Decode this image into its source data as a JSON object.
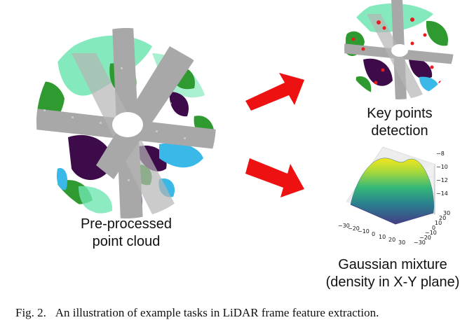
{
  "labels": {
    "left": [
      "Pre-processed",
      "point cloud"
    ],
    "top_right": [
      "Key points",
      "detection"
    ],
    "bottom_right": [
      "Gaussian mixture",
      "(density in X-Y plane)"
    ]
  },
  "caption": {
    "prefix": "Fig. 2.",
    "text": "An illustration of example tasks in LiDAR frame feature extraction."
  },
  "surface_plot": {
    "z_ticks": [
      "−8",
      "−10",
      "−12",
      "−14"
    ],
    "x_ticks": [
      "−30",
      "−20",
      "−10",
      "0",
      "10",
      "20",
      "30"
    ],
    "y_ticks": [
      "30",
      "20",
      "10",
      "0",
      "−10",
      "−20",
      "−30"
    ]
  },
  "colors": {
    "arrow": "#ee1111",
    "road": "#a8a8a8",
    "dark": "#3d0a4a",
    "green": "#2f9a2f",
    "mint": "#5fe3a8",
    "cyan": "#3ab8e8",
    "keypoint": "#e81c1c"
  }
}
